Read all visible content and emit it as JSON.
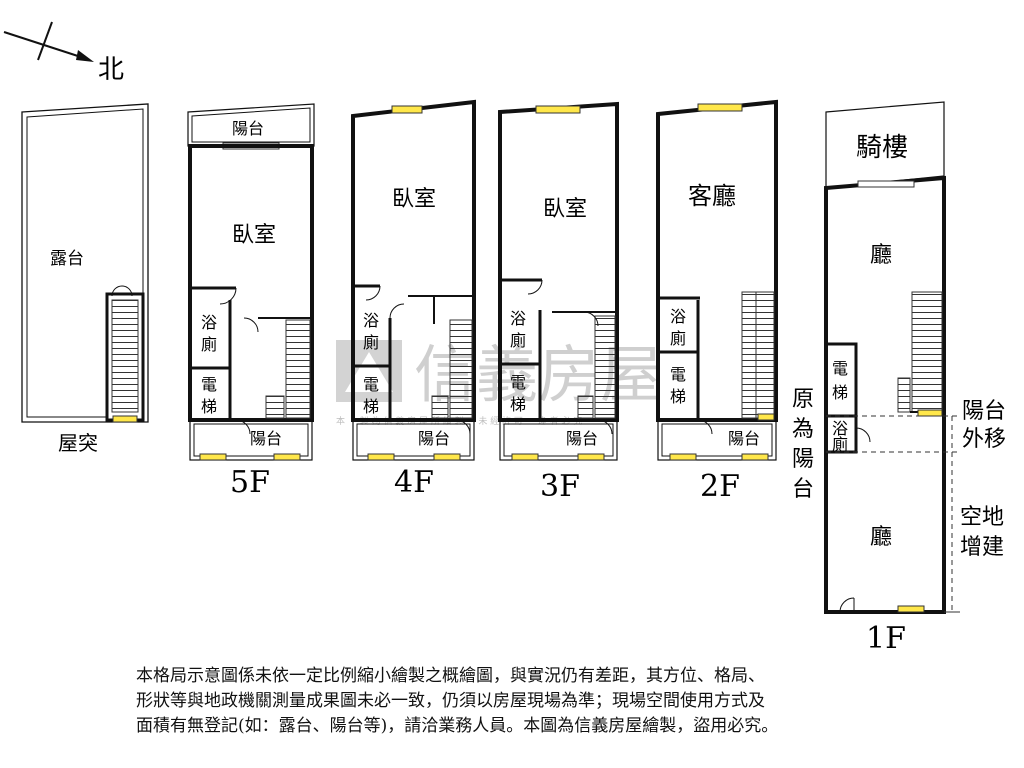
{
  "compass": {
    "north_label": "北"
  },
  "floors": {
    "roof": {
      "caption": "屋突",
      "rooms": {
        "terrace": "露台"
      }
    },
    "f5": {
      "caption": "5F",
      "rooms": {
        "balcony_top": "陽台",
        "bedroom": "臥室",
        "bath_1": "浴",
        "bath_2": "廁",
        "elev_1": "電",
        "elev_2": "梯",
        "balcony_bottom": "陽台"
      }
    },
    "f4": {
      "caption": "4F",
      "rooms": {
        "bedroom": "臥室",
        "bath_1": "浴",
        "bath_2": "廁",
        "elev_1": "電",
        "elev_2": "梯",
        "balcony_bottom": "陽台"
      }
    },
    "f3": {
      "caption": "3F",
      "rooms": {
        "bedroom": "臥室",
        "bath_1": "浴",
        "bath_2": "廁",
        "elev_1": "電",
        "elev_2": "梯",
        "balcony_bottom": "陽台"
      }
    },
    "f2": {
      "caption": "2F",
      "rooms": {
        "living": "客廳",
        "bath_1": "浴",
        "bath_2": "廁",
        "elev_1": "電",
        "elev_2": "梯",
        "balcony_bottom": "陽台"
      }
    },
    "f1": {
      "caption": "1F",
      "rooms": {
        "arcade": "騎樓",
        "hall_top": "廳",
        "elev_1": "電",
        "elev_2": "梯",
        "bath_1": "浴",
        "bath_2": "廁",
        "hall_bottom": "廳"
      }
    }
  },
  "annotations": {
    "original_balcony": [
      "原",
      "為",
      "陽",
      "台"
    ],
    "balcony_moved": [
      "陽台",
      "外移"
    ],
    "vacant_extension": [
      "空地",
      "增建"
    ]
  },
  "watermark": {
    "brand": "信義房屋",
    "tagline": "本 　 製 為 信 義 房 屋 所 繪 製 　 未 經 許 可 　 違 者 必 究"
  },
  "disclaimer": [
    "本格局示意圖係未依一定比例縮小繪製之概繪圖，與實況仍有差距，其方位、格局、",
    "形狀等與地政機關測量成果圖未必一致，仍須以房屋現場為準；現場空間使用方式及",
    "面積有無登記(如：露台、陽台等)，請洽業務人員。本圖為信義房屋繪製，盜用必究。"
  ],
  "colors": {
    "wall": "#111111",
    "window": "#ffe74a",
    "watermark": "#9a9a9a"
  }
}
